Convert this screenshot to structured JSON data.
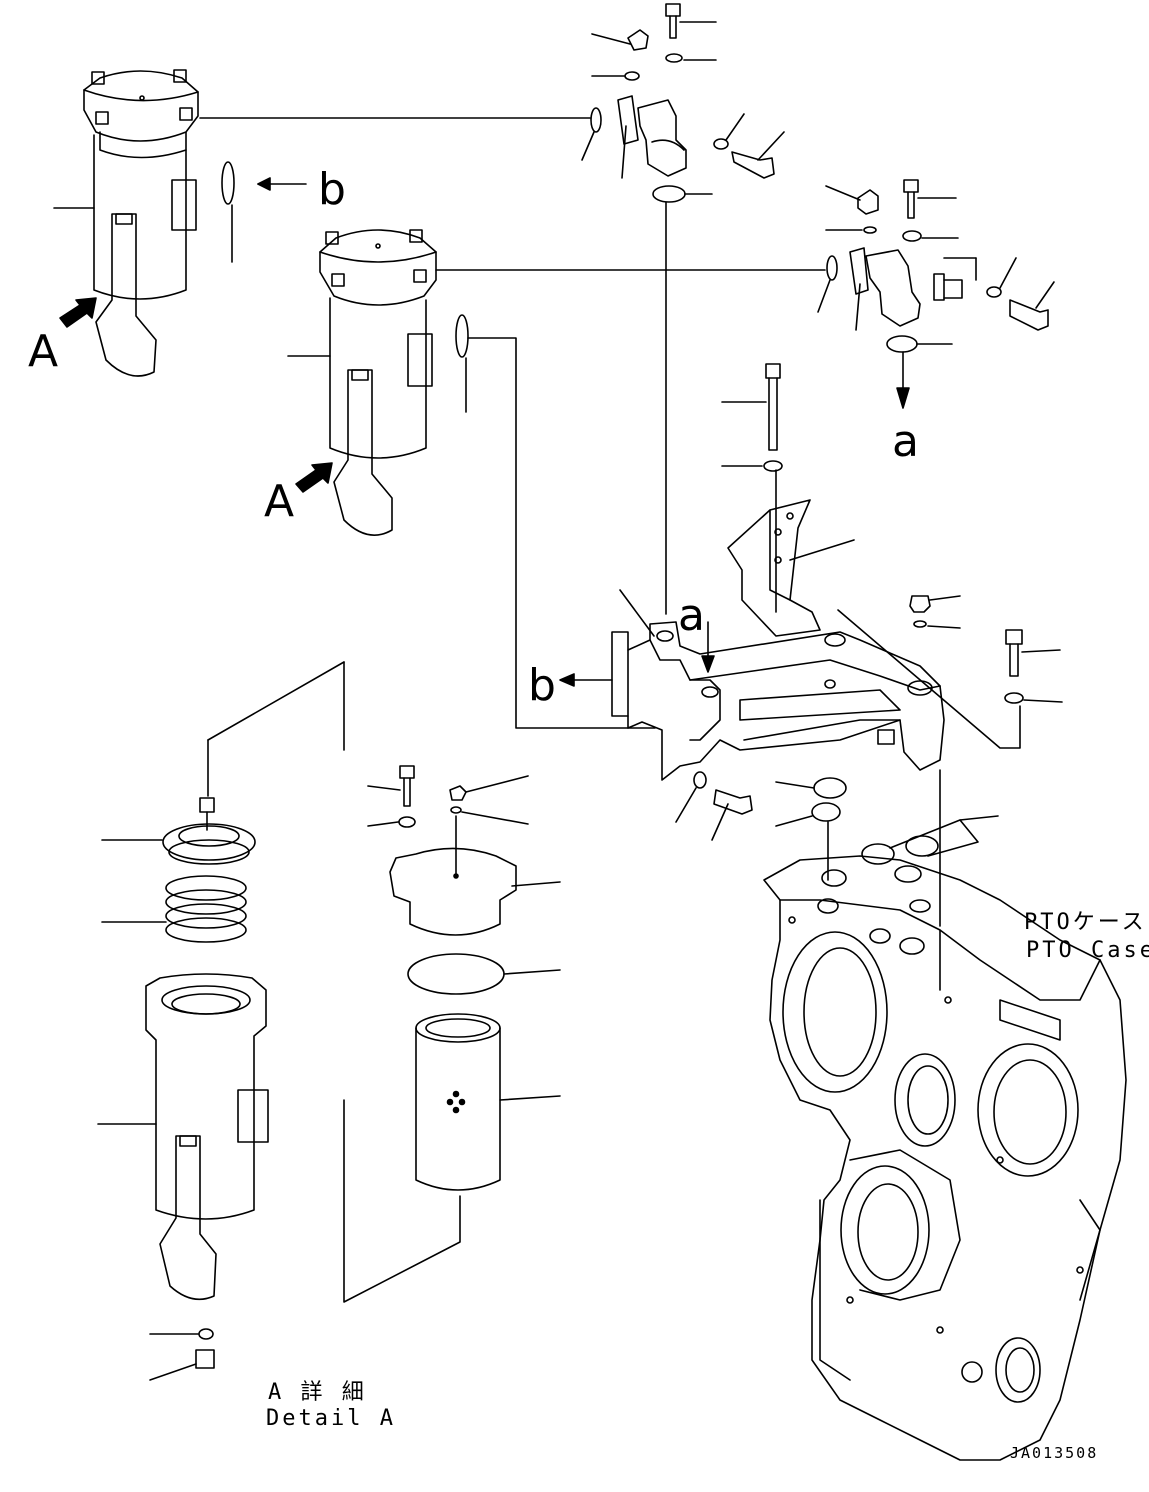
{
  "labels": {
    "view_a_left": "A",
    "view_a_center": "A",
    "arrow_b_top": "b",
    "arrow_b_manifold": "b",
    "arrow_a_elbow": "a",
    "arrow_a_manifold": "a",
    "pto_case_jp": "PTOケース",
    "pto_case_en": "PTO Case",
    "detail_jp": "A 詳 細",
    "detail_en": "Detail A",
    "drawing_number": "JA013508"
  },
  "colors": {
    "line": "#000000",
    "background": "#ffffff"
  }
}
